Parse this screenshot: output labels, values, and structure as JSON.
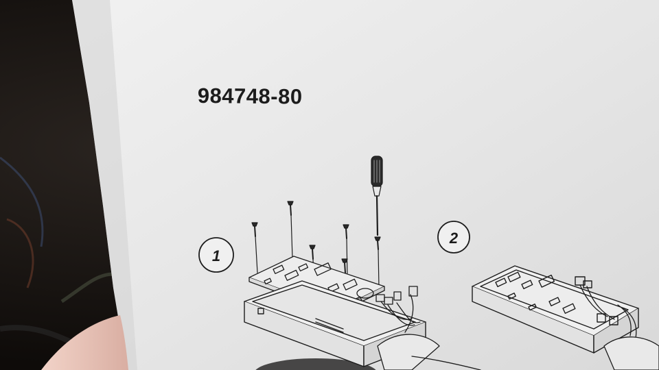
{
  "document": {
    "part_number": "984748-80",
    "steps": [
      {
        "number": "1"
      },
      {
        "number": "2"
      }
    ]
  },
  "colors": {
    "paper": "#ebebeb",
    "ink": "#1c1c1c",
    "background": "#14100d",
    "skin": "#e8c7bd"
  }
}
